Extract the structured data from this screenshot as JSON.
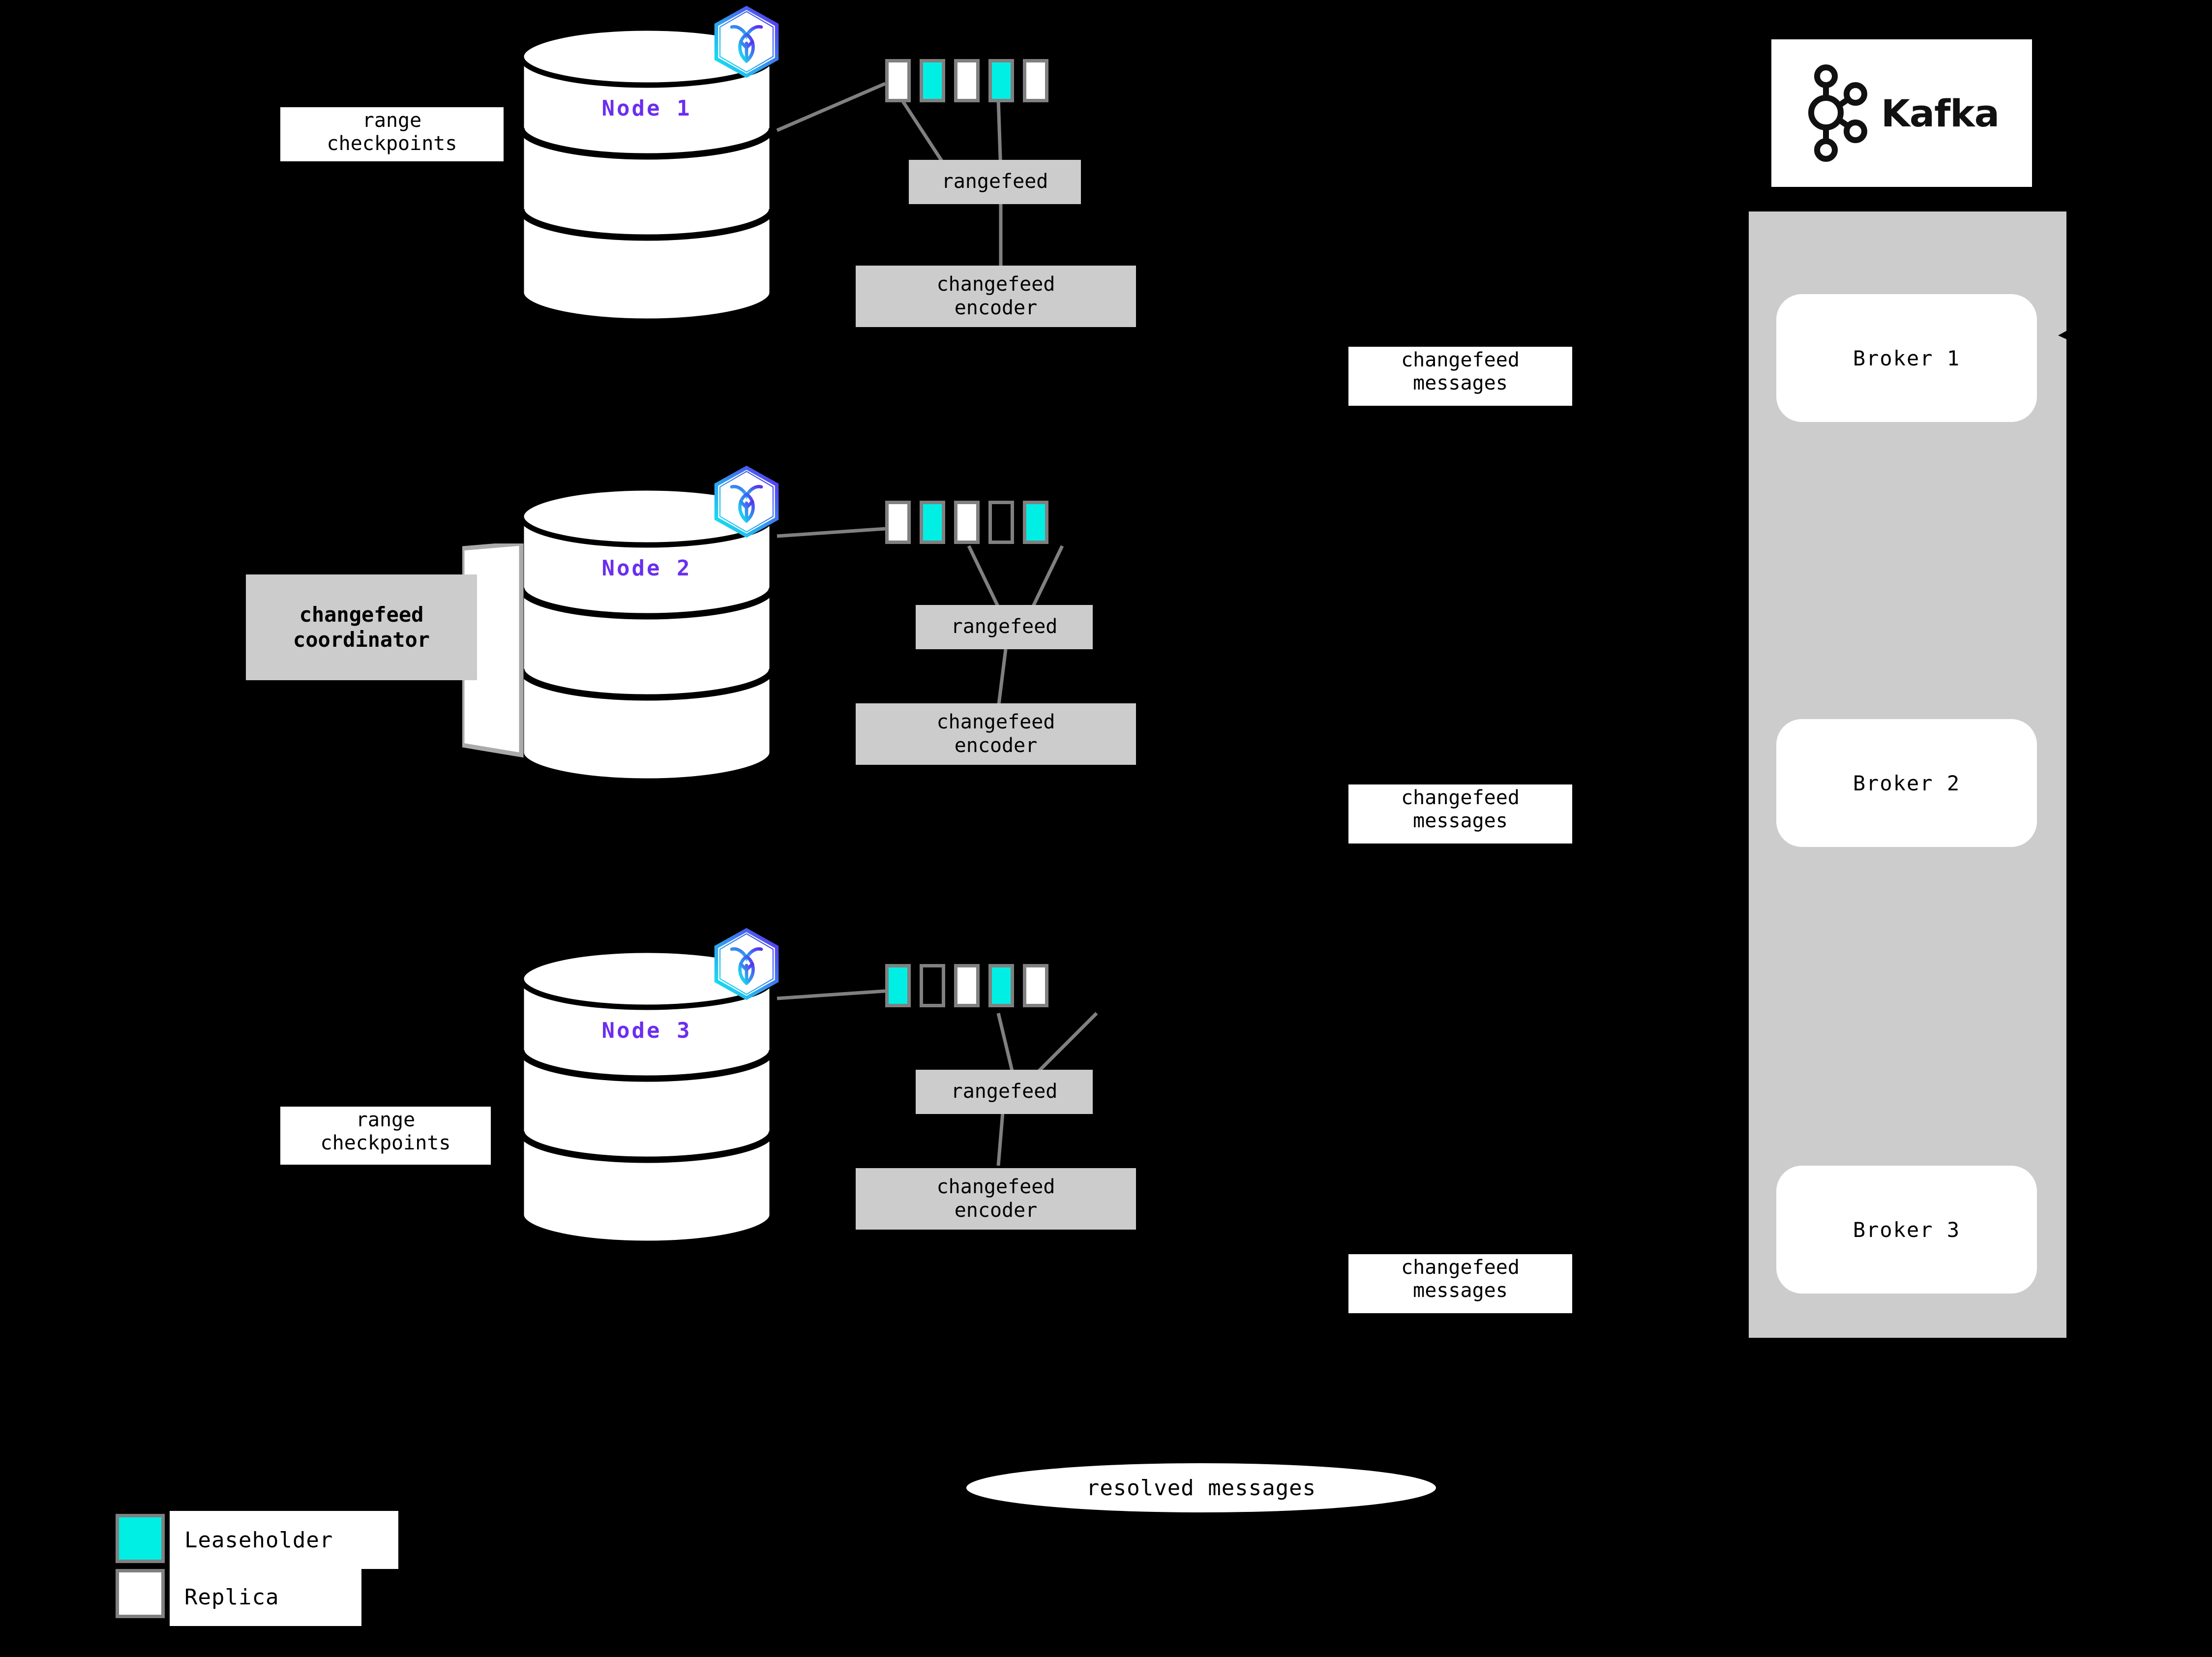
{
  "diagram": {
    "title": "CockroachDB changefeed to Kafka architecture",
    "background": "#000000",
    "colors": {
      "leaseholder": "#00EFE4",
      "replica": "#FFFFFF",
      "box_grey": "#CCCCCC",
      "stroke_grey": "#808080",
      "node_label": "#6B2EEF"
    }
  },
  "nodes": [
    {
      "id": "node-1",
      "label": "Node 1",
      "logo_icon": "cockroachdb-hex-logo",
      "ranges": [
        "replica",
        "leaseholder",
        "replica",
        "leaseholder",
        "replica"
      ],
      "rangefeed": {
        "label": "rangefeed"
      },
      "encoder": {
        "label": "changefeed\nencoder"
      },
      "checkpoints": {
        "label": "range\ncheckpoints"
      }
    },
    {
      "id": "node-2",
      "label": "Node 2",
      "logo_icon": "cockroachdb-hex-logo",
      "ranges": [
        "replica",
        "leaseholder",
        "replica",
        "empty",
        "leaseholder"
      ],
      "rangefeed": {
        "label": "rangefeed"
      },
      "encoder": {
        "label": "changefeed\nencoder"
      },
      "coordinator": {
        "label": "changefeed\ncoordinator"
      }
    },
    {
      "id": "node-3",
      "label": "Node 3",
      "logo_icon": "cockroachdb-hex-logo",
      "ranges": [
        "leaseholder",
        "empty",
        "replica",
        "leaseholder",
        "replica"
      ],
      "rangefeed": {
        "label": "rangefeed"
      },
      "encoder": {
        "label": "changefeed\nencoder"
      },
      "checkpoints": {
        "label": "range\ncheckpoints"
      }
    }
  ],
  "messages": [
    {
      "label": "changefeed\nmessages"
    },
    {
      "label": "changefeed\nmessages"
    },
    {
      "label": "changefeed\nmessages"
    }
  ],
  "resolved": {
    "label": "resolved messages"
  },
  "kafka": {
    "logo_icon": "kafka-logo",
    "wordmark": "Kafka",
    "brokers": [
      {
        "label": "Broker 1"
      },
      {
        "label": "Broker 2"
      },
      {
        "label": "Broker 3"
      }
    ]
  },
  "legend": {
    "items": [
      {
        "swatch": "leaseholder",
        "label": "Leaseholder"
      },
      {
        "swatch": "replica",
        "label": "Replica"
      }
    ]
  }
}
